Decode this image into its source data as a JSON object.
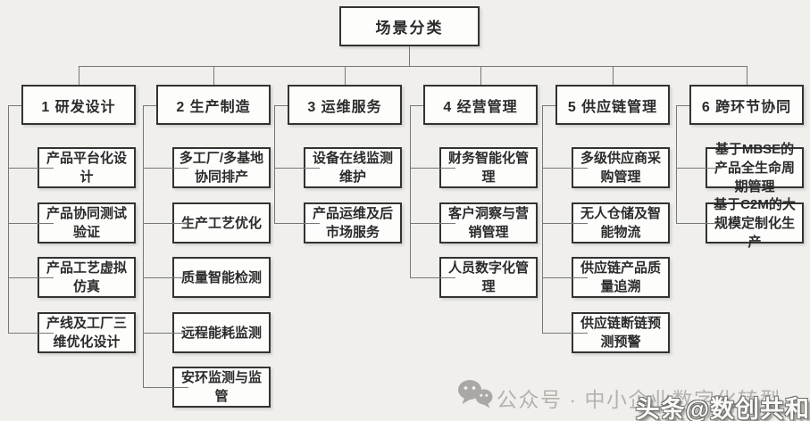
{
  "root": {
    "label": "场景分类"
  },
  "columns": [
    {
      "title": "1 研发设计",
      "children": [
        "产品平台化设计",
        "产品协同测试验证",
        "产品工艺虚拟仿真",
        "产线及工厂三维优化设计"
      ]
    },
    {
      "title": "2 生产制造",
      "children": [
        "多工厂/多基地协同排产",
        "生产工艺优化",
        "质量智能检测",
        "远程能耗监测",
        "安环监测与监管"
      ]
    },
    {
      "title": "3 运维服务",
      "children": [
        "设备在线监测维护",
        "产品运维及后市场服务"
      ]
    },
    {
      "title": "4 经营管理",
      "children": [
        "财务智能化管理",
        "客户洞察与营销管理",
        "人员数字化管理"
      ]
    },
    {
      "title": "5 供应链管理",
      "children": [
        "多级供应商采购管理",
        "无人仓储及智能物流",
        "供应链产品质量追溯",
        "供应链断链预测预警"
      ]
    },
    {
      "title": "6 跨环节协同",
      "children": [
        "基于MBSE的产品全生命周期管理",
        "基于C2M的大规模定制化生产"
      ]
    }
  ],
  "watermark": {
    "wechat_icon": "wechat-logo",
    "wechat_text": "公众号 · 中小企业数字化转型",
    "toutiao_text": "头条@数创共和"
  },
  "colors": {
    "background": "#f0efec",
    "box_border": "#333333",
    "connector": "#777777",
    "watermark_gray": "#b3b2ae"
  }
}
